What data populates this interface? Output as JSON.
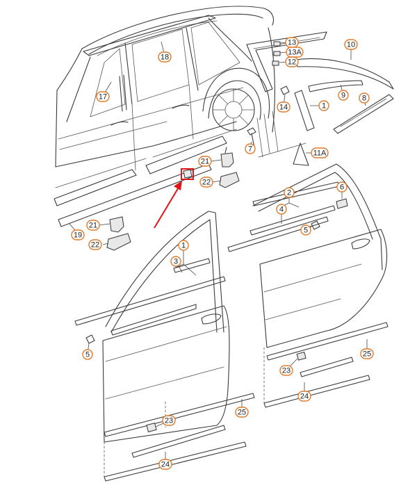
{
  "colors": {
    "accent": "#e07a2a",
    "highlight": "#e01515",
    "line": "#3a3a3a"
  },
  "callouts": [
    {
      "id": "c1",
      "label": "1"
    },
    {
      "id": "c1b",
      "label": "1"
    },
    {
      "id": "c2",
      "label": "2"
    },
    {
      "id": "c3",
      "label": "3"
    },
    {
      "id": "c4",
      "label": "4"
    },
    {
      "id": "c5a",
      "label": "5"
    },
    {
      "id": "c5b",
      "label": "5"
    },
    {
      "id": "c6",
      "label": "6"
    },
    {
      "id": "c7",
      "label": "7"
    },
    {
      "id": "c8",
      "label": "8"
    },
    {
      "id": "c9",
      "label": "9"
    },
    {
      "id": "c10",
      "label": "10"
    },
    {
      "id": "c11A",
      "label": "11A"
    },
    {
      "id": "c12",
      "label": "12"
    },
    {
      "id": "c13",
      "label": "13"
    },
    {
      "id": "c13A",
      "label": "13A"
    },
    {
      "id": "c14",
      "label": "14"
    },
    {
      "id": "c17",
      "label": "17"
    },
    {
      "id": "c18",
      "label": "18"
    },
    {
      "id": "c19",
      "label": "19"
    },
    {
      "id": "c21a",
      "label": "21"
    },
    {
      "id": "c21b",
      "label": "21"
    },
    {
      "id": "c22a",
      "label": "22"
    },
    {
      "id": "c22b",
      "label": "22"
    },
    {
      "id": "c23a",
      "label": "23"
    },
    {
      "id": "c23b",
      "label": "23"
    },
    {
      "id": "c24a",
      "label": "24"
    },
    {
      "id": "c24b",
      "label": "24"
    },
    {
      "id": "c25a",
      "label": "25"
    },
    {
      "id": "c25b",
      "label": "25"
    }
  ]
}
